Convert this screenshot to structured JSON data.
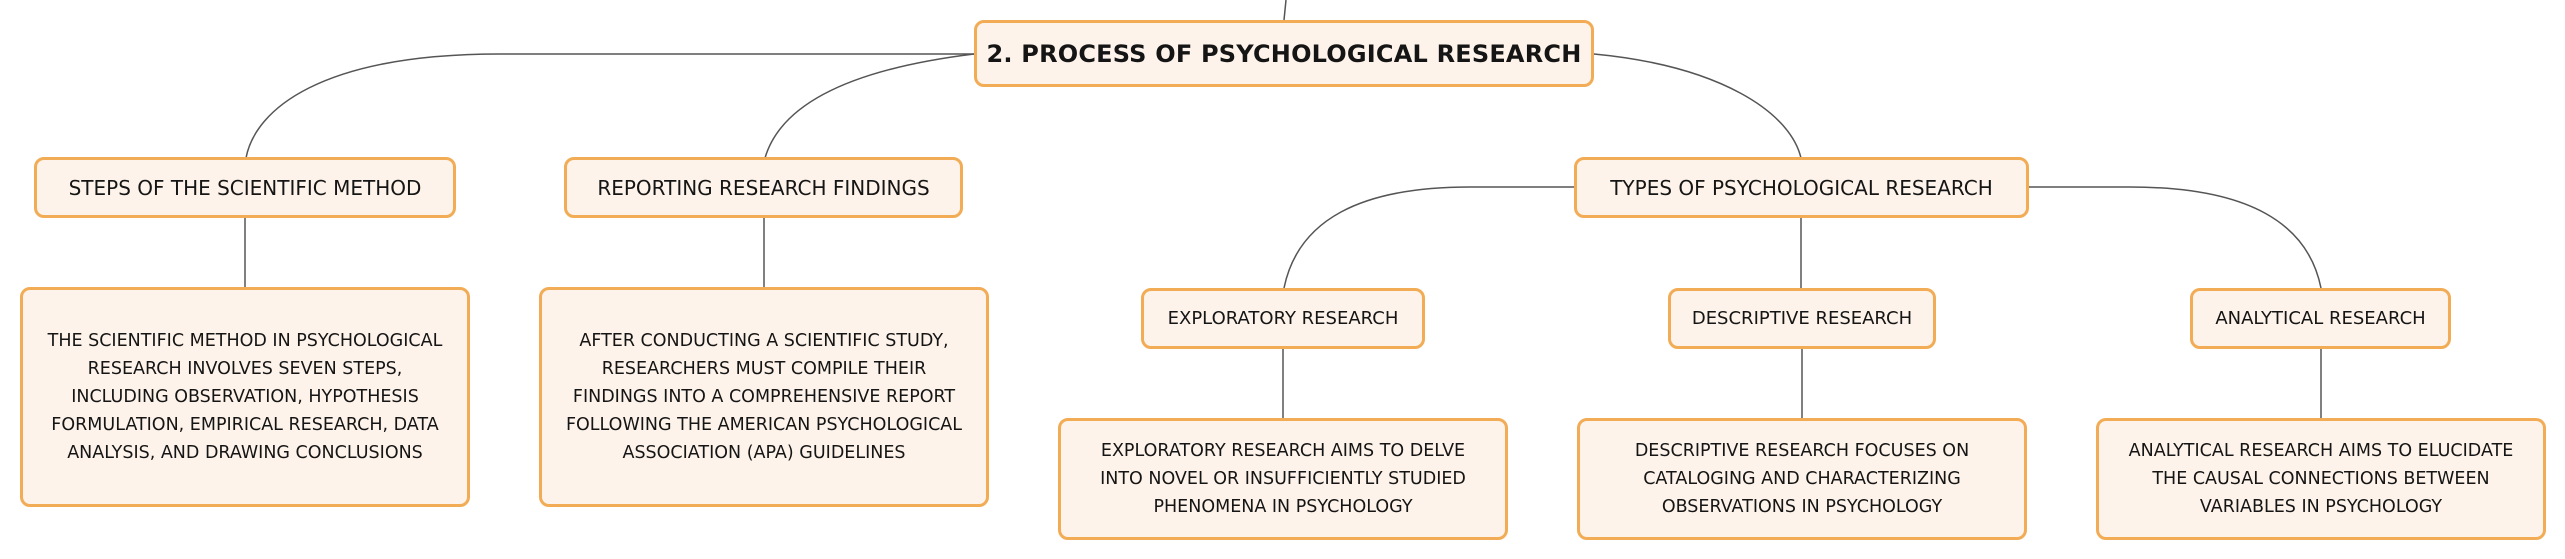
{
  "root": {
    "title": "2. PROCESS OF PSYCHOLOGICAL RESEARCH"
  },
  "branches": {
    "scientific_method": {
      "title": "STEPS OF THE SCIENTIFIC METHOD",
      "detail": "THE SCIENTIFIC METHOD IN PSYCHOLOGICAL RESEARCH INVOLVES SEVEN STEPS, INCLUDING OBSERVATION, HYPOTHESIS FORMULATION, EMPIRICAL RESEARCH, DATA ANALYSIS, AND DRAWING CONCLUSIONS"
    },
    "reporting": {
      "title": "REPORTING RESEARCH FINDINGS",
      "detail": "AFTER CONDUCTING A SCIENTIFIC STUDY, RESEARCHERS MUST COMPILE THEIR FINDINGS INTO A COMPREHENSIVE REPORT FOLLOWING THE AMERICAN PSYCHOLOGICAL ASSOCIATION (APA) GUIDELINES"
    },
    "types": {
      "title": "TYPES OF PSYCHOLOGICAL RESEARCH",
      "children": {
        "exploratory": {
          "title": "EXPLORATORY RESEARCH",
          "detail": "EXPLORATORY RESEARCH AIMS TO DELVE INTO NOVEL OR INSUFFICIENTLY STUDIED PHENOMENA IN PSYCHOLOGY"
        },
        "descriptive": {
          "title": "DESCRIPTIVE RESEARCH",
          "detail": "DESCRIPTIVE RESEARCH FOCUSES ON CATALOGING AND CHARACTERIZING OBSERVATIONS IN PSYCHOLOGY"
        },
        "analytical": {
          "title": "ANALYTICAL RESEARCH",
          "detail": "ANALYTICAL RESEARCH AIMS TO ELUCIDATE THE CAUSAL CONNECTIONS BETWEEN VARIABLES IN PSYCHOLOGY"
        }
      }
    }
  },
  "colors": {
    "node_fill": "#fdf3ea",
    "node_border": "#f2ac55",
    "connector": "#555555"
  }
}
